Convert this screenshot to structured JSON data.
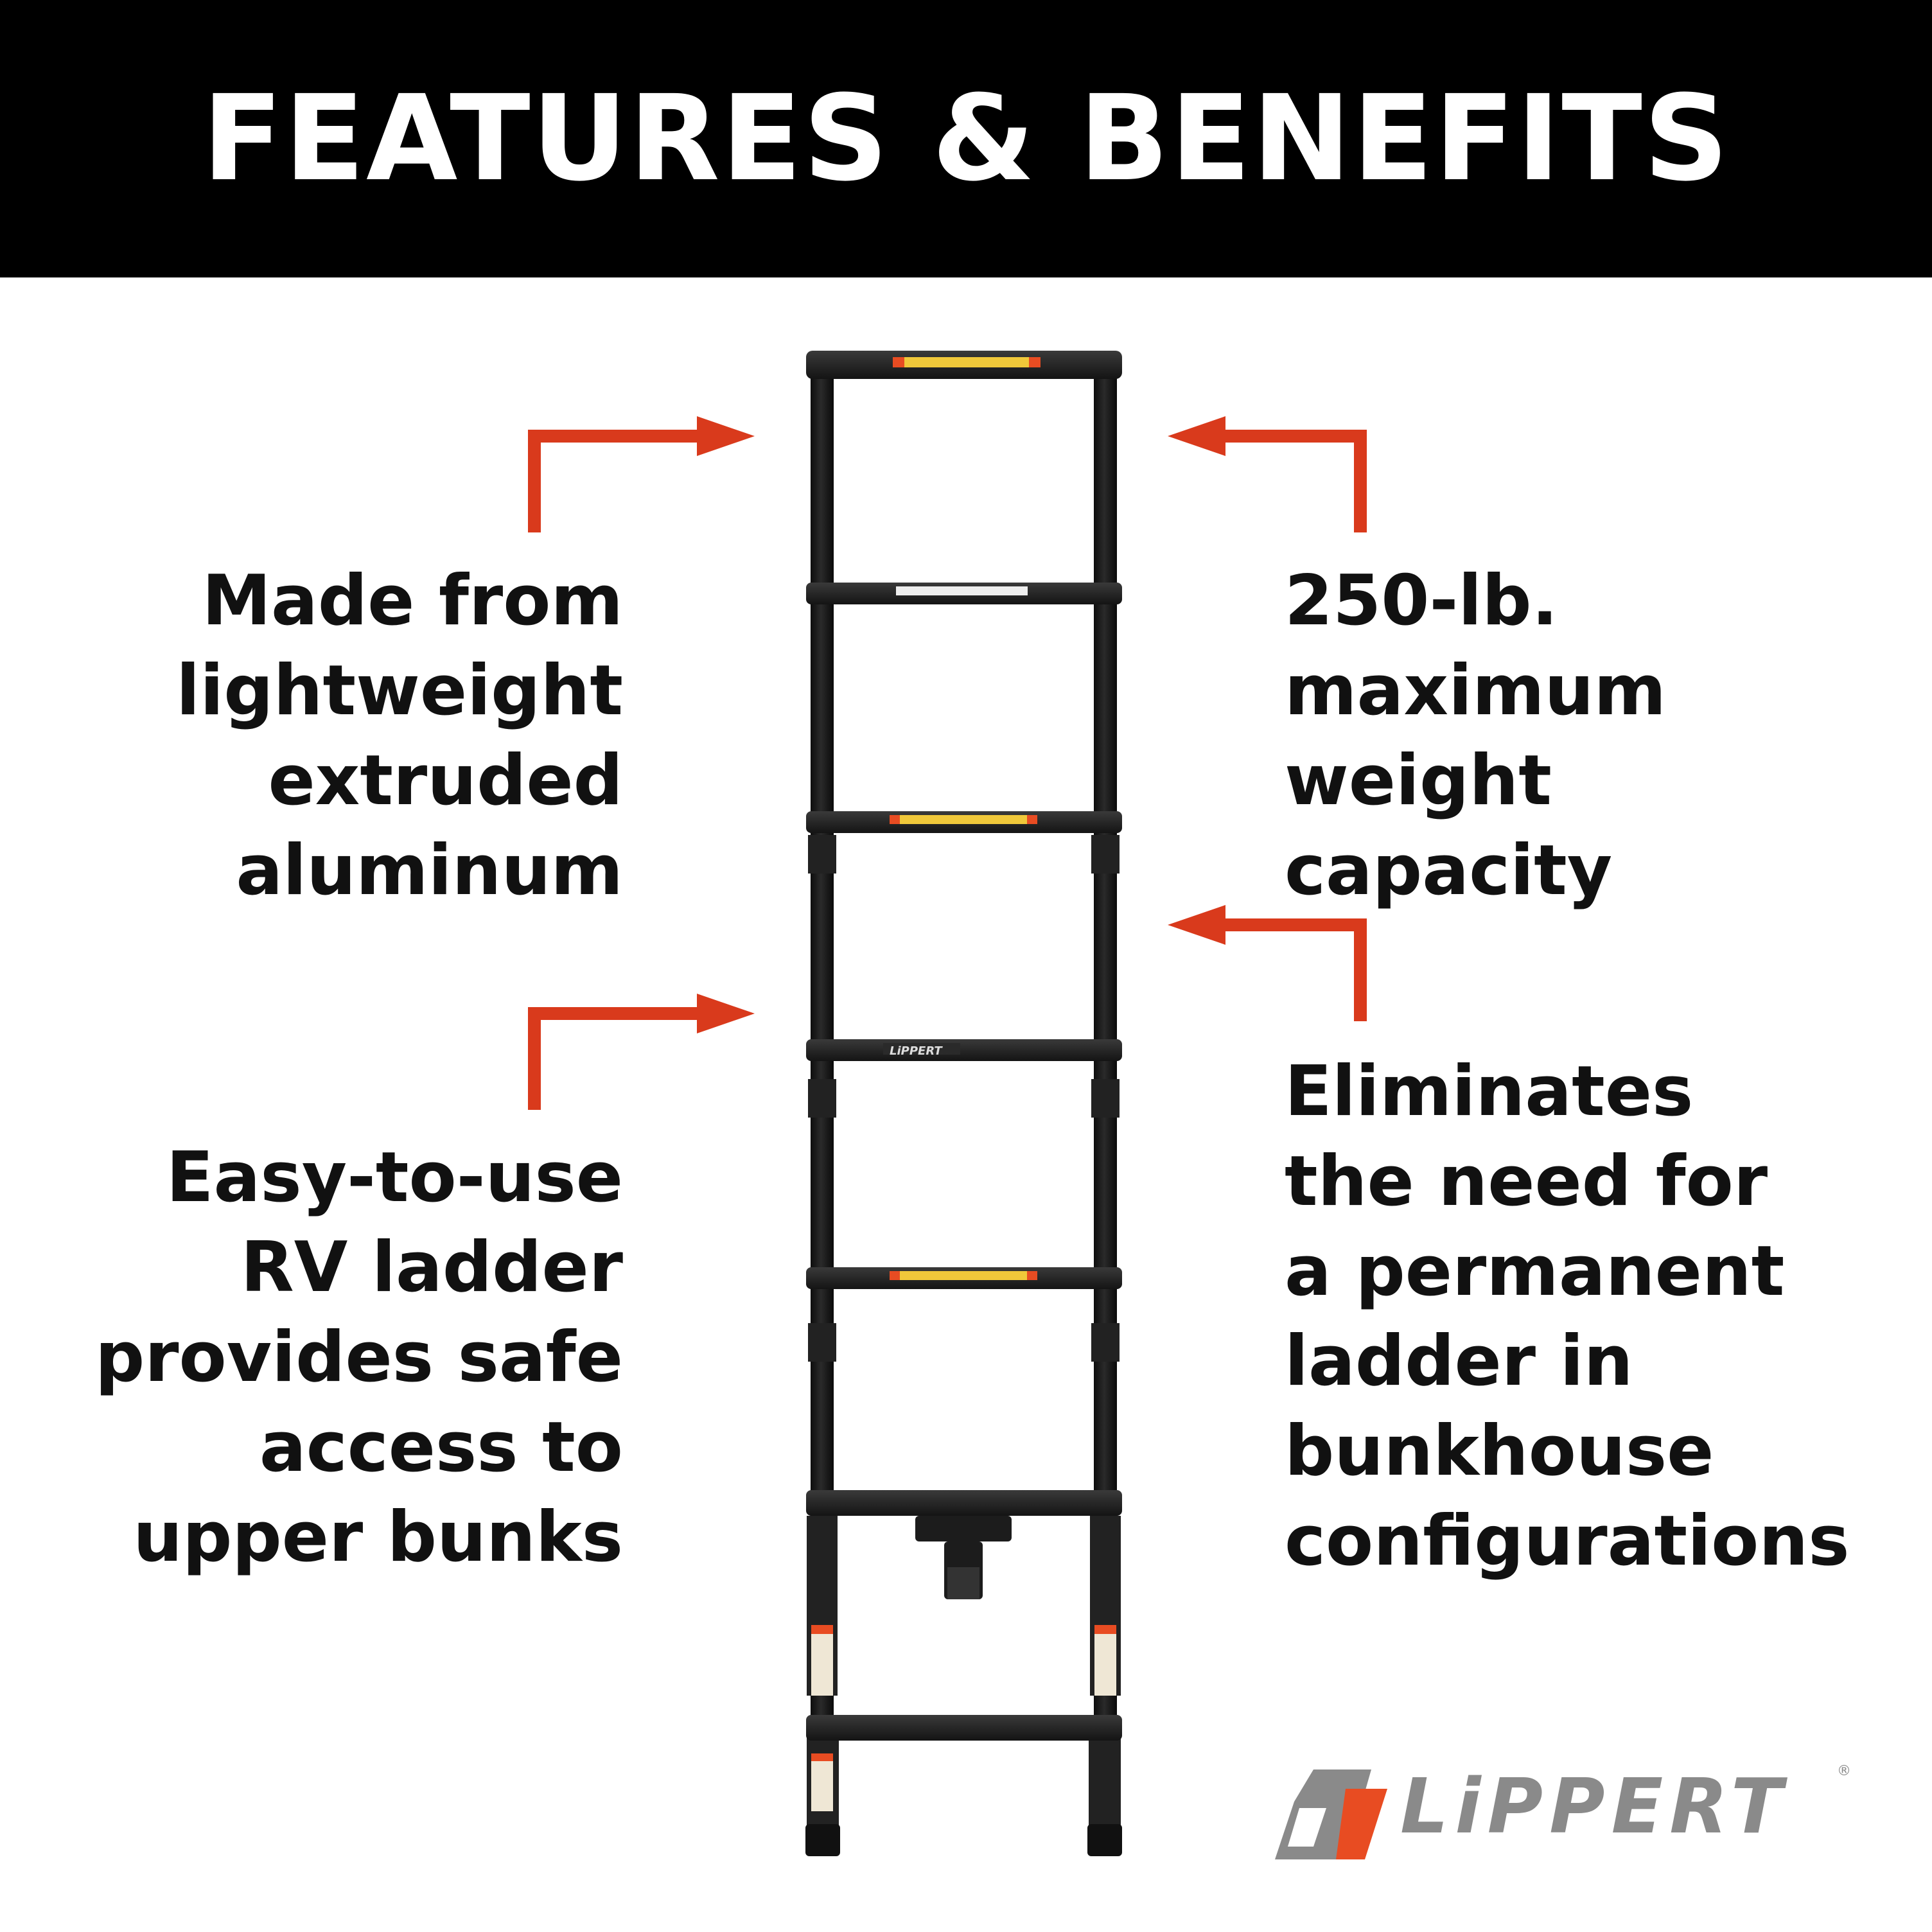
{
  "header": {
    "title": "FEATURES & BENEFITS"
  },
  "features": {
    "material": "Made from\nlightweight\nextruded\naluminum",
    "capacity": "250-lb.\nmaximum\nweight capacity",
    "access": "Easy-to-use\nRV ladder\nprovides safe\naccess to\nupper bunks",
    "eliminates": "Eliminates\nthe need for\na permanent\nladder in\nbunkhouse\nconfigurations"
  },
  "brand": {
    "name": "LiPPERT",
    "registered": "®",
    "accent_color": "#e84c22",
    "gray_color": "#8a8a8a"
  },
  "product": {
    "ladder_label": "LiPPERT"
  },
  "colors": {
    "arrow": "#d93a1c",
    "banner_bg": "#000000",
    "banner_text": "#ffffff",
    "body_text": "#111111",
    "ladder": "#1a1a1a"
  },
  "icons": {
    "arrows": "right-angle-callout-arrow",
    "logo": "lippert-shield-logo-icon"
  }
}
